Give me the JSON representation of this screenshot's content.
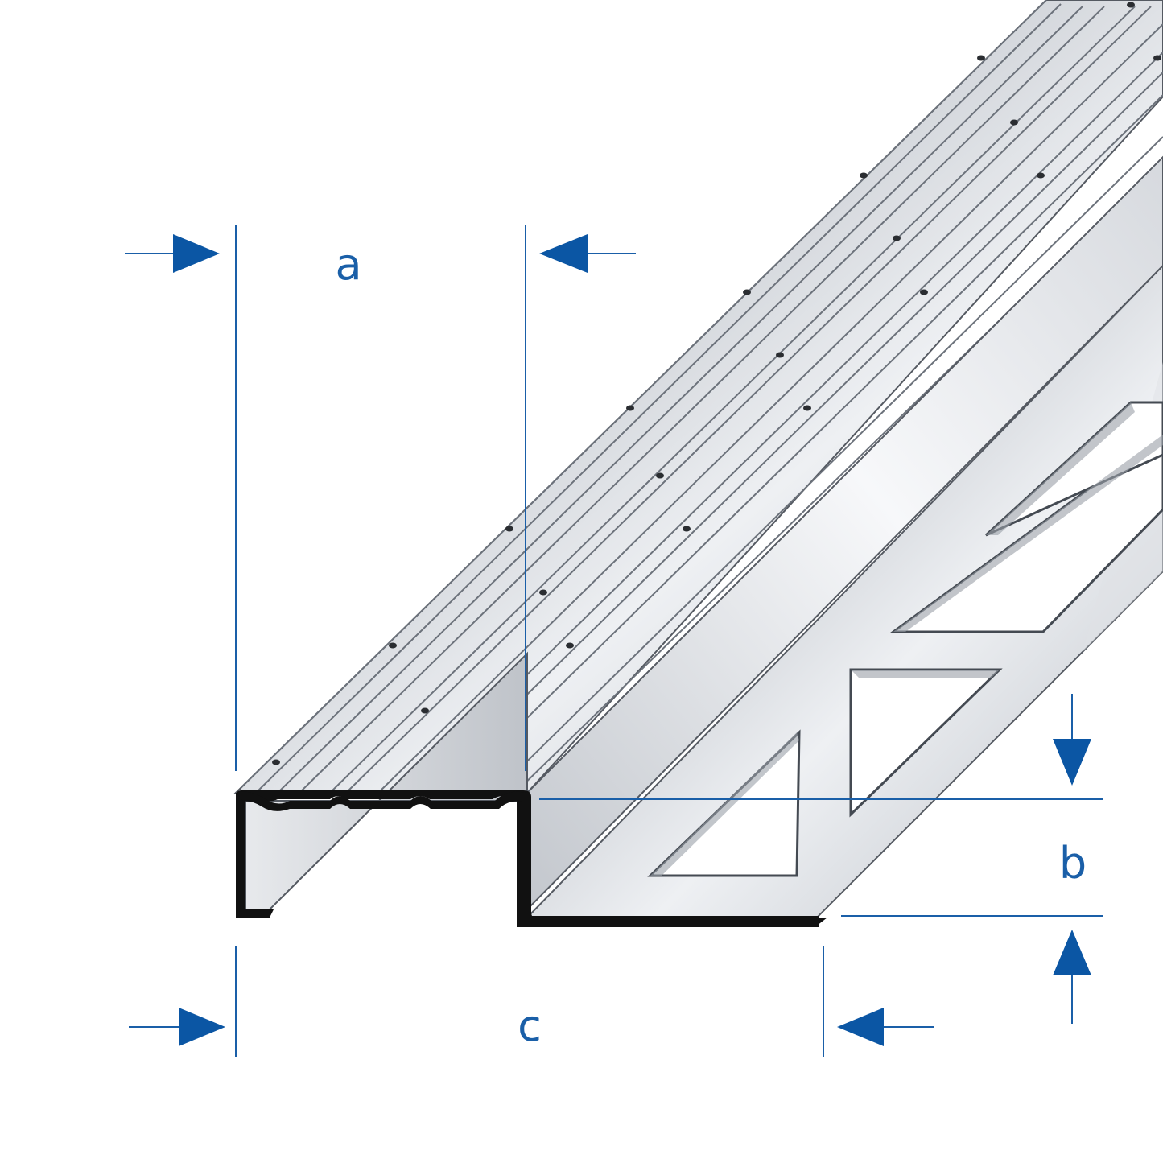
{
  "dimensions": {
    "a": "a",
    "b": "b",
    "c": "c"
  },
  "colors": {
    "dimension": "#1a5fa8",
    "arrow": "#0b56a4",
    "profile_outline": "#111111",
    "metal_light": "#eef0f3",
    "metal_mid": "#c9cdd3",
    "metal_dark": "#8a9099",
    "background": "#ffffff"
  },
  "icons": [
    "arrow-right-icon",
    "arrow-left-icon",
    "arrow-down-icon",
    "arrow-up-icon"
  ]
}
